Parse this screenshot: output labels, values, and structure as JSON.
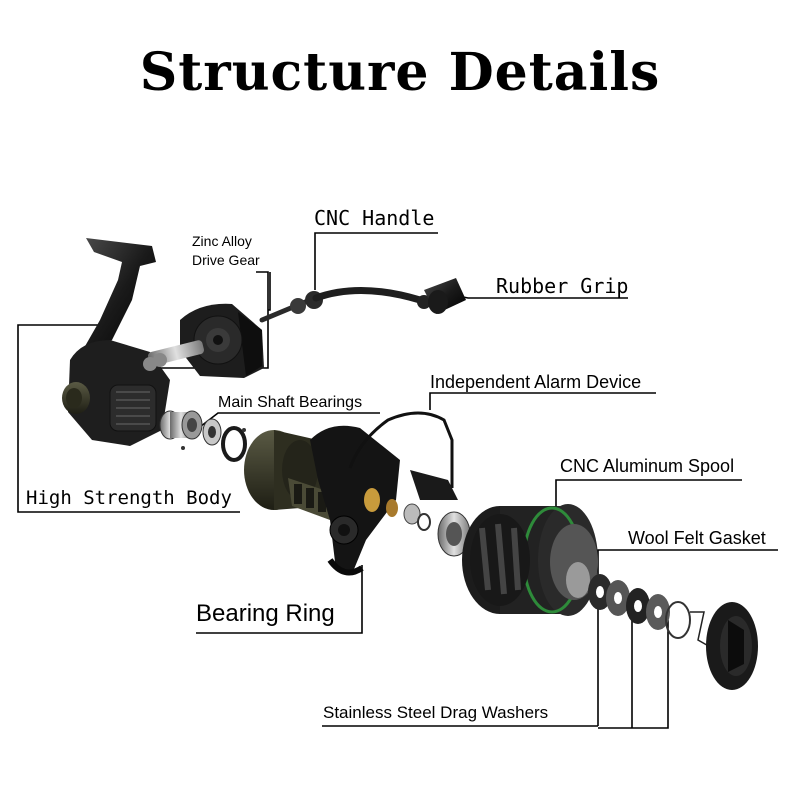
{
  "title": "Structure  Details",
  "labels": {
    "cnc_handle": "CNC Handle",
    "zinc_alloy_line1": "Zinc Alloy",
    "zinc_alloy_line2": "Drive Gear",
    "rubber_grip": "Rubber Grip",
    "alarm": "Independent Alarm Device",
    "main_shaft": "Main Shaft Bearings",
    "body": "High Strength Body",
    "spool": "CNC Aluminum Spool",
    "felt": "Wool Felt Gasket",
    "bearing_ring": "Bearing Ring",
    "washers": "Stainless Steel Drag Washers"
  },
  "colors": {
    "part_dark": "#1c1c1c",
    "part_mid": "#3a3a3a",
    "metal": "#b8b8b8",
    "olive": "#3d3d2a",
    "green_ring": "#2e8b3a",
    "brass": "#c89b3c"
  }
}
